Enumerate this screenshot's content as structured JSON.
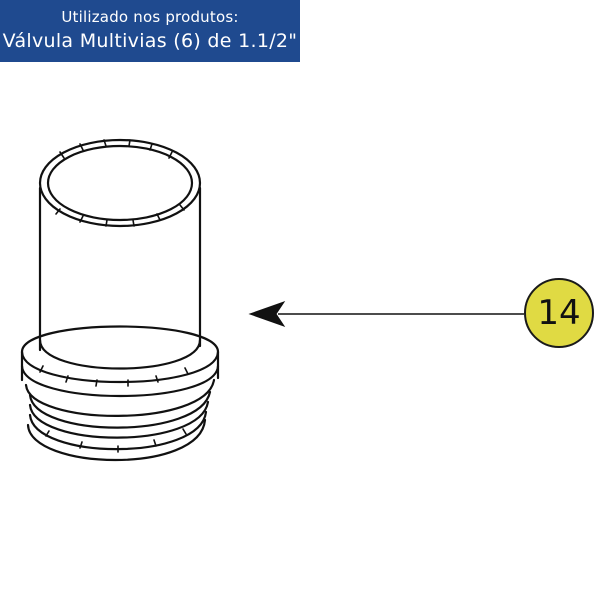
{
  "banner": {
    "subtitle": "Utilizado nos produtos:",
    "title": "Válvula Multivias (6) de 1.1/2\""
  },
  "callout": {
    "number": "14"
  },
  "colors": {
    "banner_background": "#1f4a8f",
    "banner_text": "#ffffff",
    "callout_fill": "#e0da43",
    "line_art": "#111111"
  }
}
